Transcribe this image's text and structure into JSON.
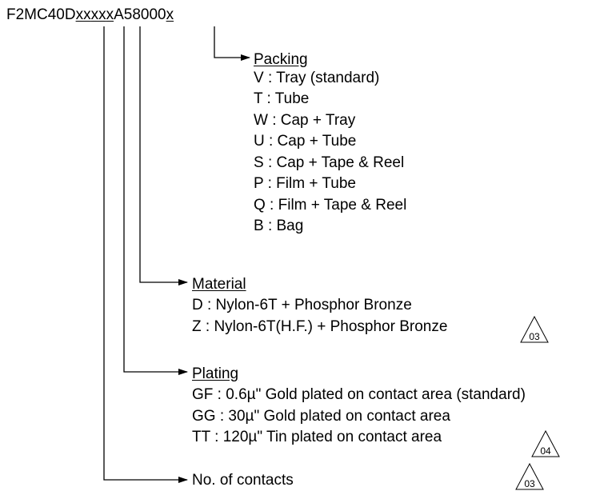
{
  "part_number": {
    "prefix": "F2MC40D",
    "contacts_code": "xx",
    "plating_code": "xx",
    "material_code": "x",
    "middle": "A58000",
    "packing_code": "x"
  },
  "packing": {
    "heading": "Packing",
    "options": [
      "V : Tray (standard)",
      "T : Tube",
      "W : Cap + Tray",
      "U : Cap + Tube",
      "S : Cap + Tape & Reel",
      "P : Film + Tube",
      "Q : Film + Tape & Reel",
      "B : Bag"
    ]
  },
  "material": {
    "heading": "Material",
    "options": [
      "D : Nylon-6T + Phosphor Bronze",
      "Z : Nylon-6T(H.F.) + Phosphor Bronze"
    ],
    "revision_mark": "03"
  },
  "plating": {
    "heading": "Plating",
    "options": [
      "GF : 0.6µ\" Gold plated on contact area (standard)",
      "GG : 30µ\" Gold plated on contact area",
      "TT : 120µ\" Tin plated on contact area"
    ],
    "revision_marks": [
      "04",
      "03"
    ]
  },
  "contacts": {
    "label": "No. of contacts"
  }
}
